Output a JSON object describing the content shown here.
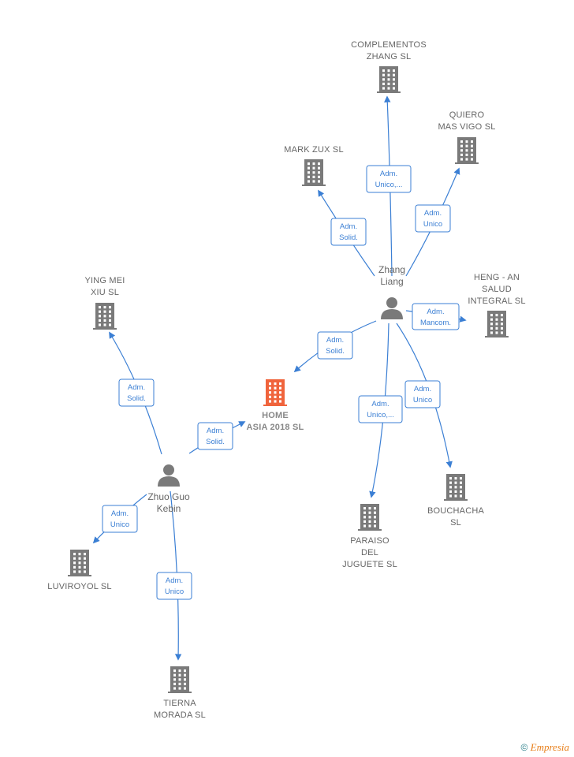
{
  "companies": [
    {
      "id": "home",
      "lines": [
        "HOME",
        "ASIA 2018  SL"
      ],
      "main": true
    },
    {
      "id": "complementos",
      "lines": [
        "COMPLEMENTOS",
        "ZHANG SL"
      ]
    },
    {
      "id": "quiero",
      "lines": [
        "QUIERO",
        "MAS VIGO  SL"
      ]
    },
    {
      "id": "markzux",
      "lines": [
        "MARK ZUX  SL"
      ]
    },
    {
      "id": "hengan",
      "lines": [
        "HENG -  AN",
        "SALUD",
        "INTEGRAL  SL"
      ]
    },
    {
      "id": "yingmei",
      "lines": [
        "YING MEI",
        "XIU  SL"
      ]
    },
    {
      "id": "luviroyol",
      "lines": [
        "LUVIROYOL  SL"
      ]
    },
    {
      "id": "tierna",
      "lines": [
        "TIERNA",
        "MORADA  SL"
      ]
    },
    {
      "id": "paraiso",
      "lines": [
        "PARAISO",
        "DEL",
        "JUGUETE  SL"
      ]
    },
    {
      "id": "bouchacha",
      "lines": [
        "BOUCHACHA",
        "SL"
      ]
    }
  ],
  "persons": [
    {
      "id": "zhang",
      "lines": [
        "Zhang",
        "Liang"
      ]
    },
    {
      "id": "zhuo",
      "lines": [
        "Zhuo Guo",
        "Kebin"
      ]
    }
  ],
  "edges": [
    {
      "id": "zhang-complementos",
      "lines": [
        "Adm.",
        "Unico,..."
      ]
    },
    {
      "id": "zhang-quiero",
      "lines": [
        "Adm.",
        "Unico"
      ]
    },
    {
      "id": "zhang-markzux",
      "lines": [
        "Adm.",
        "Solid."
      ]
    },
    {
      "id": "zhang-hengan",
      "lines": [
        "Adm.",
        "Mancom."
      ]
    },
    {
      "id": "zhang-home",
      "lines": [
        "Adm.",
        "Solid."
      ]
    },
    {
      "id": "zhang-paraiso",
      "lines": [
        "Adm.",
        "Unico,..."
      ]
    },
    {
      "id": "zhang-bouchacha",
      "lines": [
        "Adm.",
        "Unico"
      ]
    },
    {
      "id": "zhuo-yingmei",
      "lines": [
        "Adm.",
        "Solid."
      ]
    },
    {
      "id": "zhuo-home",
      "lines": [
        "Adm.",
        "Solid."
      ]
    },
    {
      "id": "zhuo-luviroyol",
      "lines": [
        "Adm.",
        "Unico"
      ]
    },
    {
      "id": "zhuo-tierna",
      "lines": [
        "Adm.",
        "Unico"
      ]
    }
  ],
  "colors": {
    "edge": "#3b7fd4",
    "building": "#7a7a7a",
    "main_building": "#f0643c",
    "person": "#7a7a7a"
  },
  "footer": {
    "copyright_symbol": "©",
    "brand": "Empresia"
  }
}
